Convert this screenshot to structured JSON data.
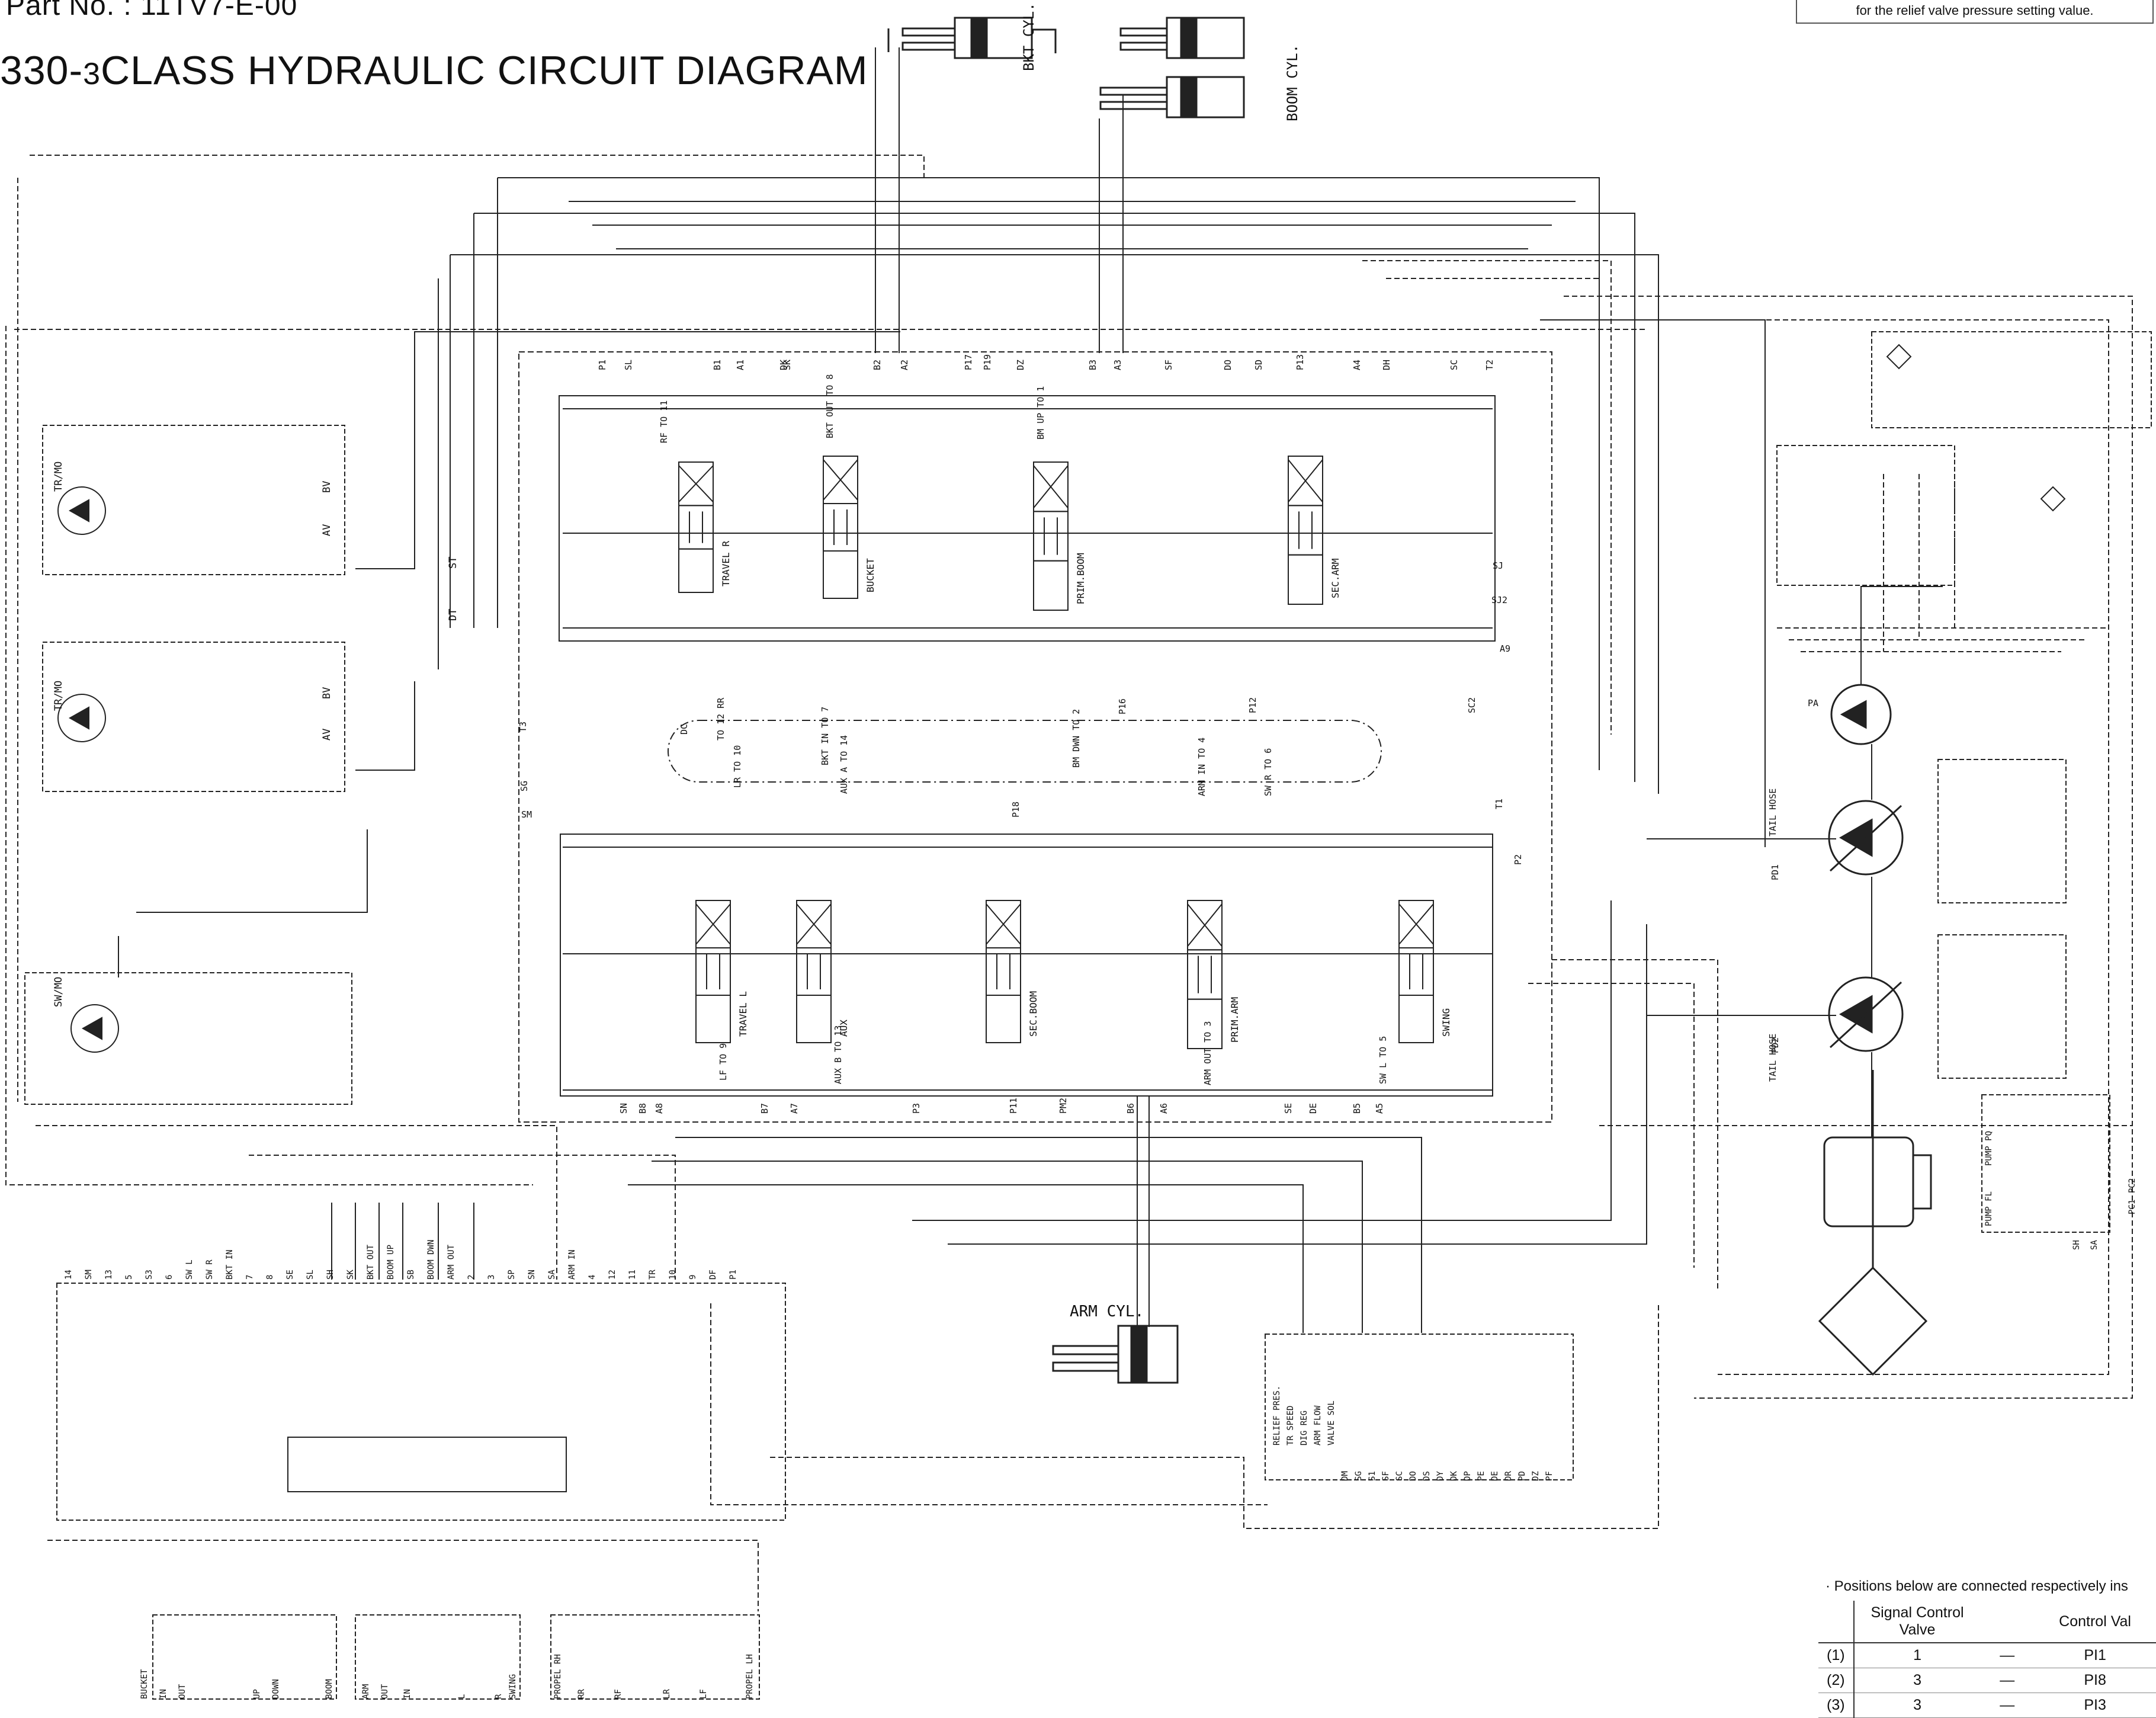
{
  "header": {
    "part_no": "Part No. : 11TV7-E-00",
    "title_prefix": "330-",
    "title_small": "3",
    "title_suffix": "CLASS HYDRAULIC CIRCUIT DIAGRAM",
    "note": "for the relief valve pressure setting value."
  },
  "cylinders": {
    "bucket": "BKT CYL.",
    "boom": "BOOM CYL.",
    "arm": "ARM CYL."
  },
  "port_labels_top": [
    "P1",
    "SL",
    "B1",
    "A1",
    "DK",
    "SK",
    "B2",
    "A2",
    "P17",
    "P19",
    "DZ",
    "B3",
    "A3",
    "SF",
    "DO",
    "SD",
    "P13",
    "A4",
    "DH",
    "SC",
    "T2"
  ],
  "spool_labels": [
    "TRAVEL R",
    "BUCKET",
    "PRIM.BOOM",
    "SEC.ARM",
    "TRAVEL L",
    "AUX",
    "SEC.BOOM",
    "PRIM.ARM",
    "SWING"
  ],
  "function_labels": [
    "RF TO 11",
    "BKT OUT TO 8",
    "BM UP TO 1",
    "TO 12 RR",
    "BKT IN TO 7",
    "BM DWN TO 2",
    "ARM IN TO 4",
    "SW R TO 6",
    "LR TO 10",
    "AUX A TO 14",
    "LF TO 9",
    "AUX B TO 13",
    "ARM OUT TO 3",
    "SW L TO 5"
  ],
  "port_labels_mid": [
    "SJ",
    "SJ2",
    "A9",
    "SC2",
    "P12",
    "P16",
    "P18",
    "T3",
    "DC",
    "SG",
    "SM",
    "T1",
    "P2"
  ],
  "port_labels_bottom": [
    "SN",
    "B8",
    "A8",
    "B7",
    "A7",
    "P3",
    "P11",
    "PM2",
    "B6",
    "A6",
    "SE",
    "DE",
    "B5",
    "A5"
  ],
  "motor_labels": {
    "travel_motor": "TR/MO",
    "swing_motor": "SW/MO",
    "bv": "BV",
    "av": "AV",
    "dt": "DT",
    "st": "ST"
  },
  "pump_labels": {
    "pa": "PA",
    "tail_hose": "TAIL HOSE",
    "pd1": "PD1",
    "pd2": "PD2",
    "pump_pq": "PUMP PQ",
    "pump_fl": "PUMP FL",
    "pc1": "PC1",
    "pc2": "PC2",
    "sh": "SH",
    "sa": "SA"
  },
  "pilot_block_labels": [
    "14",
    "SM",
    "13",
    "5",
    "S3",
    "6",
    "SW L",
    "SW R",
    "BKT IN",
    "7",
    "8",
    "SE",
    "SL",
    "SH",
    "SK",
    "BKT OUT",
    "BOOM UP",
    "SB",
    "BOOM DWN",
    "ARM OUT",
    "2",
    "3",
    "SP",
    "SN",
    "SA",
    "ARM IN",
    "4",
    "12",
    "11",
    "TR",
    "10",
    "9",
    "DF",
    "P1"
  ],
  "solenoid_labels": [
    "RELIEF PRES.",
    "TR SPEED",
    "DIG REG",
    "ARM FLOW",
    "VALVE SOL",
    "DM",
    "SG",
    "S1",
    "SF",
    "SC",
    "DO",
    "DS",
    "DY",
    "DK",
    "DP",
    "PE",
    "DE",
    "DR",
    "PD",
    "DZ",
    "PF"
  ],
  "joystick_labels": [
    "BUCKET",
    "IN",
    "OUT",
    "UP",
    "DOWN",
    "BOOM",
    "ARM",
    "OUT",
    "IN",
    "SWING",
    "L",
    "R",
    "PROPEL RH",
    "RR",
    "RF",
    "LR",
    "LF",
    "PROPEL LH"
  ],
  "positions": {
    "title": "· Positions below are connected respectively ins",
    "headers": [
      "",
      "Signal Control Valve",
      "",
      "Control Val"
    ],
    "rows": [
      [
        "(1)",
        "1",
        "—",
        "PI1"
      ],
      [
        "(2)",
        "3",
        "—",
        "PI8"
      ],
      [
        "(3)",
        "3",
        "—",
        "PI3"
      ]
    ]
  }
}
